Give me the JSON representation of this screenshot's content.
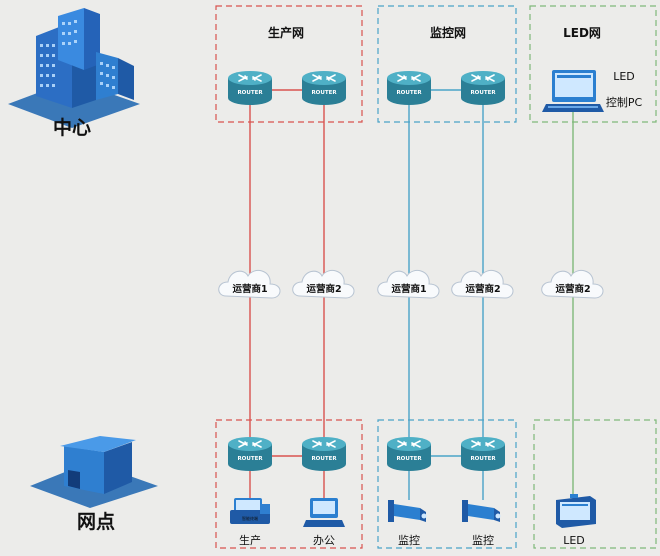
{
  "side_labels": {
    "center": "中心",
    "branch": "网点"
  },
  "networks": [
    {
      "title": "生产网",
      "color": "#d9534f"
    },
    {
      "title": "监控网",
      "color": "#4aa3c8"
    },
    {
      "title": "LED网",
      "color": "#7fb87a"
    }
  ],
  "router_label": "ROUTER",
  "carriers": [
    "运营商1",
    "运营商2",
    "运营商1",
    "运营商2",
    "运营商2"
  ],
  "led_pc_label_line1": "LED",
  "led_pc_label_line2": "控制PC",
  "devices": [
    {
      "label": "生产",
      "icon": "terminal-icon"
    },
    {
      "label": "办公",
      "icon": "computer-icon"
    },
    {
      "label": "监控",
      "icon": "camera-icon"
    },
    {
      "label": "监控",
      "icon": "camera-icon"
    },
    {
      "label": "LED",
      "icon": "led-screen-icon"
    }
  ],
  "terminal_screen_text": "智能终端",
  "colors": {
    "red": "#d9534f",
    "blue": "#4aa3c8",
    "green": "#7fb87a",
    "router_top": "#4fb0c6",
    "router_body": "#2b7f96",
    "building": "#2f7fd0",
    "ground": "#3a78b8"
  }
}
